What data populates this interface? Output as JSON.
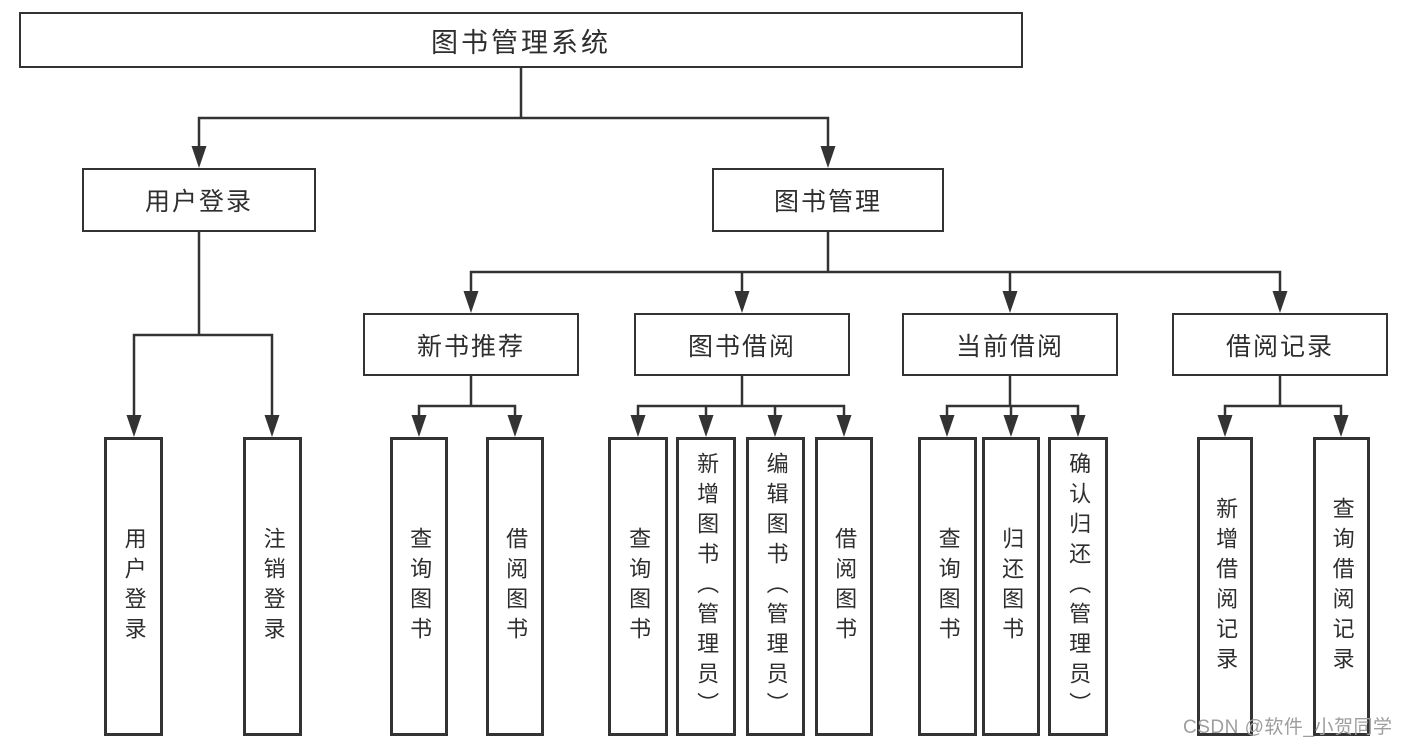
{
  "diagram": {
    "title": "图书管理系统",
    "children": [
      {
        "label": "用户登录",
        "children": [
          {
            "label": "用户登录"
          },
          {
            "label": "注销登录"
          }
        ]
      },
      {
        "label": "图书管理",
        "children": [
          {
            "label": "新书推荐",
            "children": [
              {
                "label": "查询图书"
              },
              {
                "label": "借阅图书"
              }
            ]
          },
          {
            "label": "图书借阅",
            "children": [
              {
                "label": "查询图书"
              },
              {
                "label": "新增图书（管理员）"
              },
              {
                "label": "编辑图书（管理员）"
              },
              {
                "label": "借阅图书"
              }
            ]
          },
          {
            "label": "当前借阅",
            "children": [
              {
                "label": "查询图书"
              },
              {
                "label": "归还图书"
              },
              {
                "label": "确认归还（管理员）"
              }
            ]
          },
          {
            "label": "借阅记录",
            "children": [
              {
                "label": "新增借阅记录"
              },
              {
                "label": "查询借阅记录"
              }
            ]
          }
        ]
      }
    ]
  },
  "watermark": "CSDN @软件_小贺同学",
  "colors": {
    "line": "#333333",
    "text": "#2e2e2e",
    "watermark": "#9e9e9e",
    "background": "#ffffff"
  }
}
